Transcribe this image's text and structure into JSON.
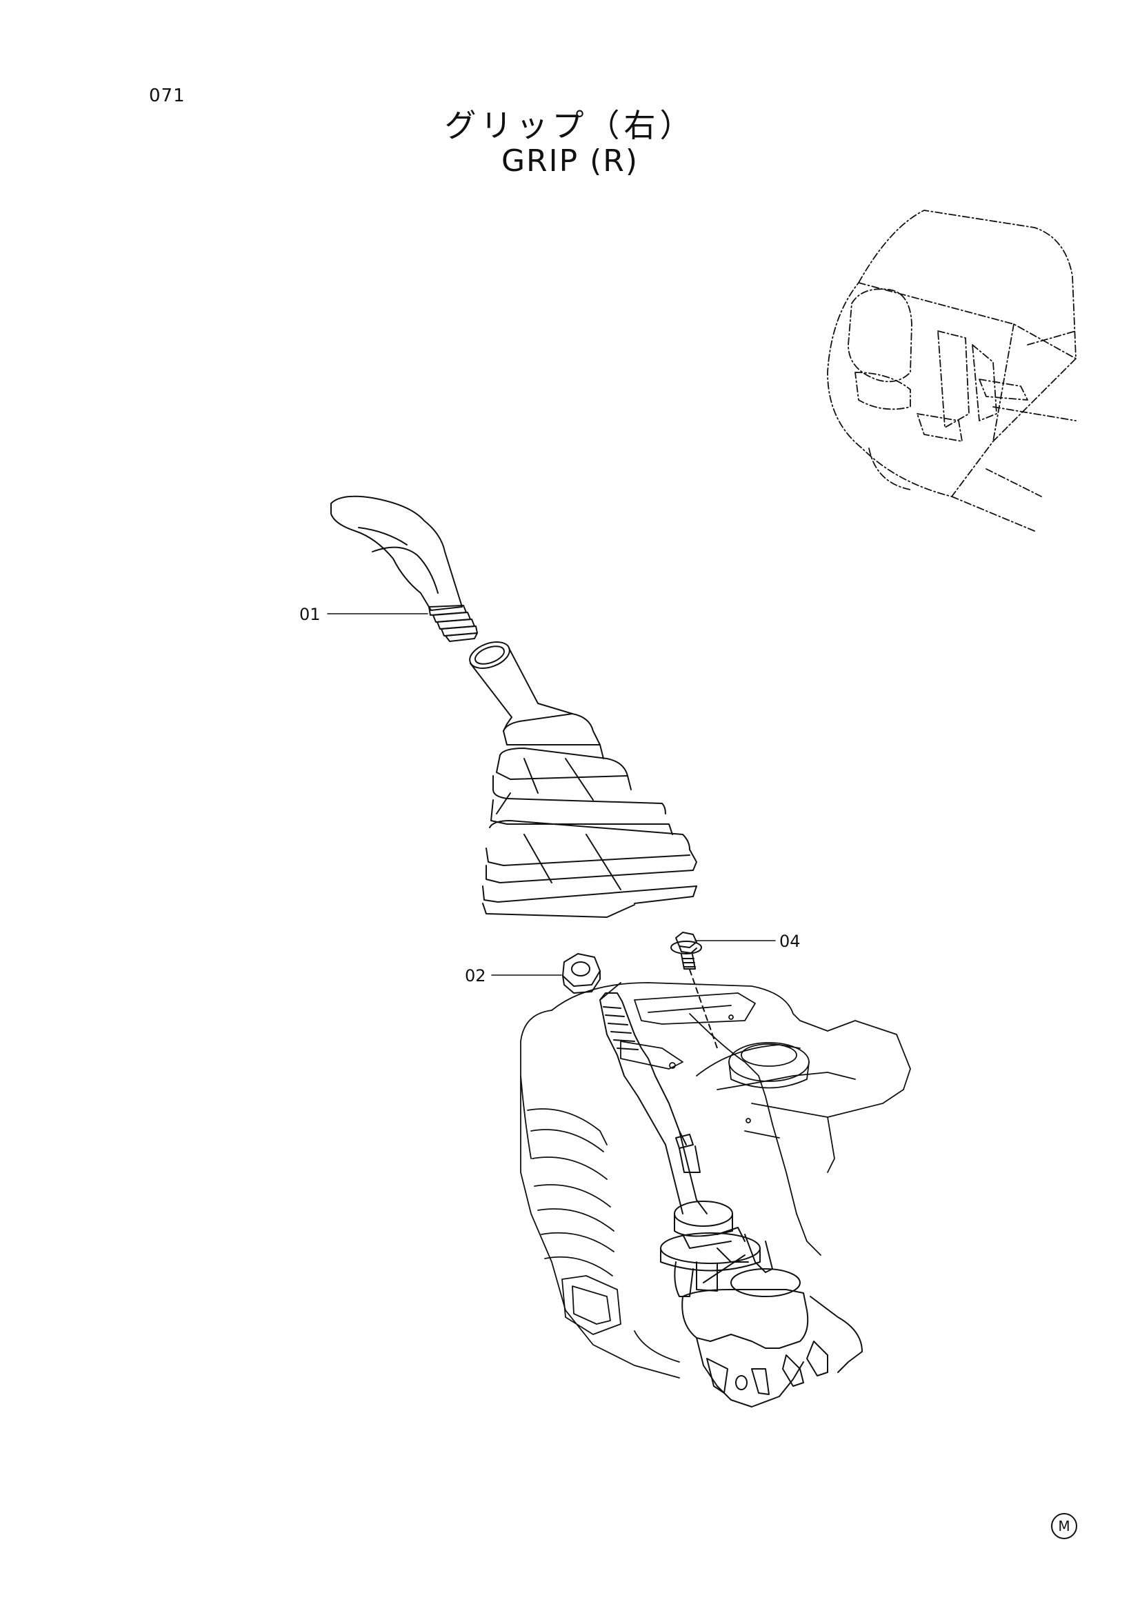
{
  "page_number": "071",
  "title_jp": "グリップ（右）",
  "title_en": "GRIP (R)",
  "callouts": [
    {
      "id": "01",
      "part": "grip"
    },
    {
      "id": "02",
      "part": "nut"
    },
    {
      "id": "04",
      "part": "bolt"
    }
  ],
  "maker_mark": "M",
  "colors": {
    "ink": "#111111",
    "paper": "#ffffff"
  }
}
